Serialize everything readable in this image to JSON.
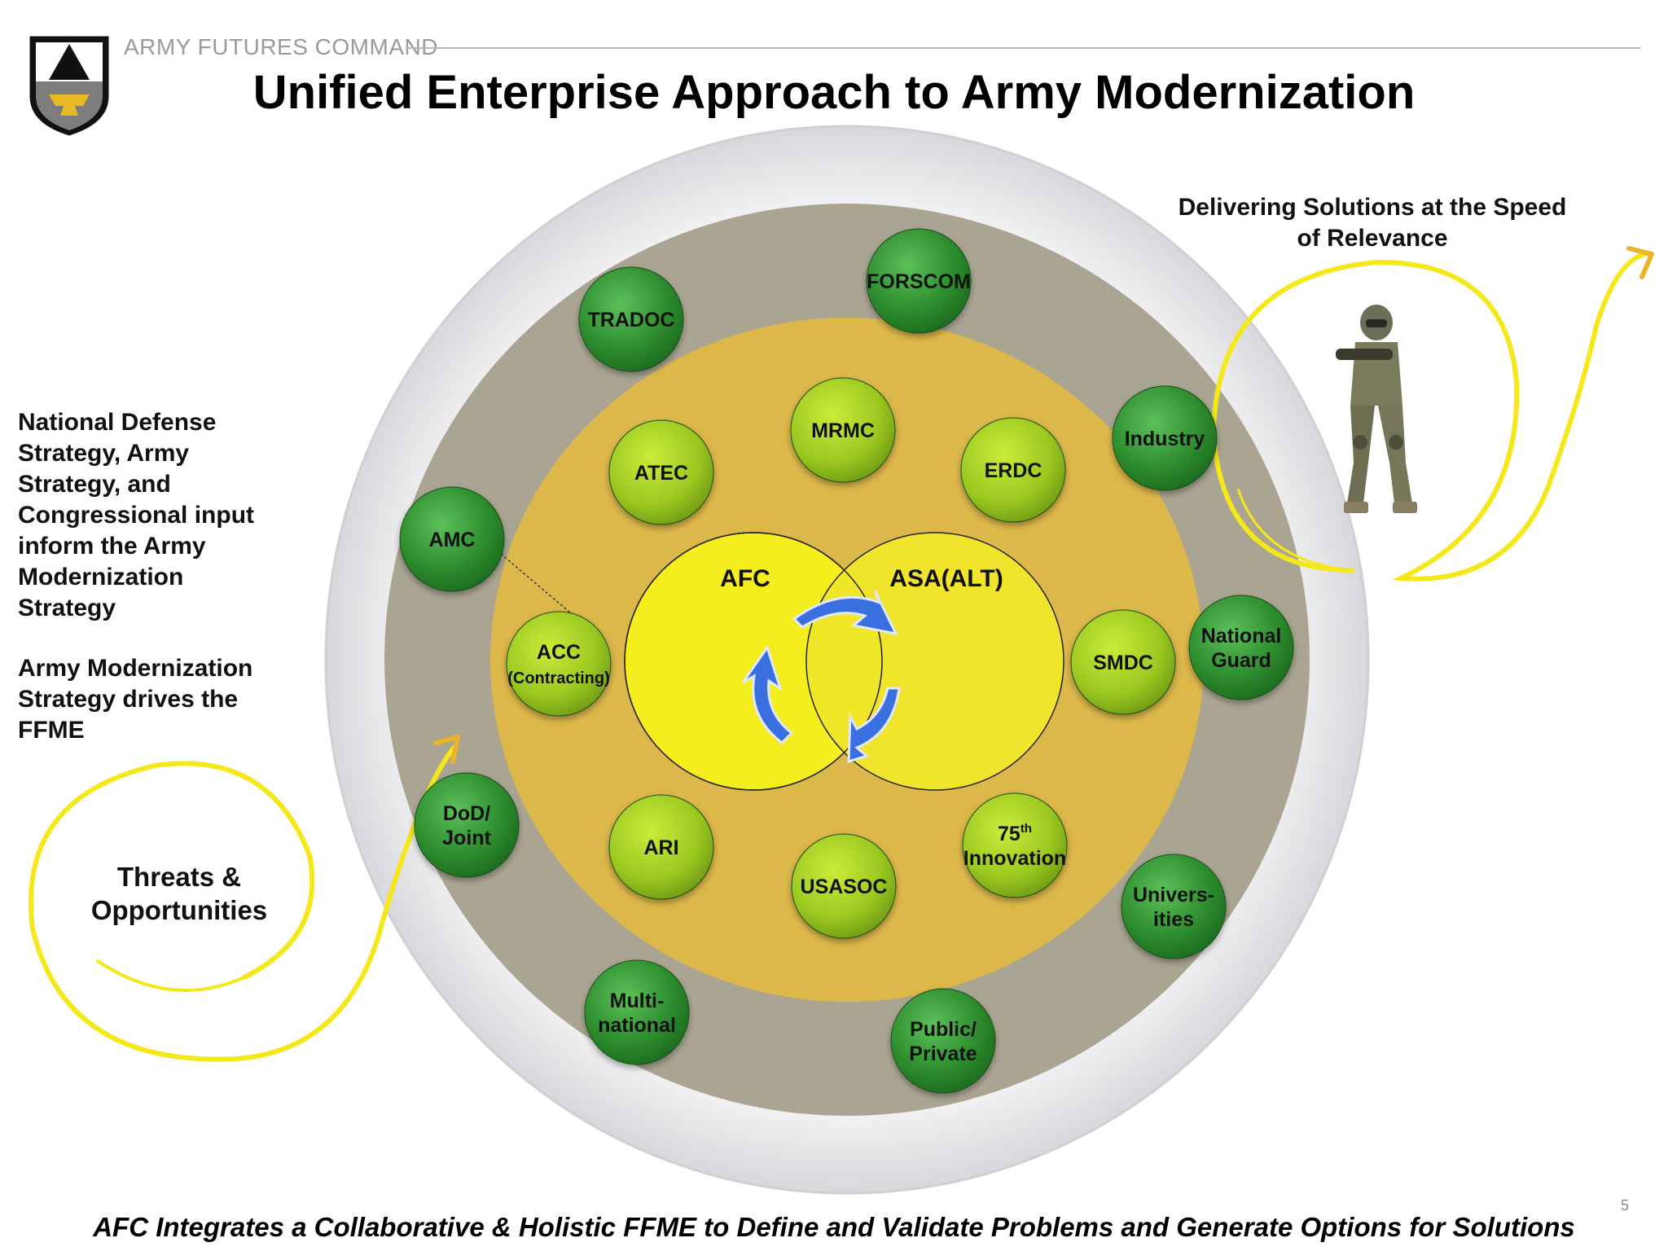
{
  "header": {
    "org": "ARMY FUTURES COMMAND",
    "title": "Unified Enterprise Approach to Army Modernization"
  },
  "left_text": {
    "paragraph1": "National Defense Strategy, Army Strategy, and Congressional input inform the Army Modernization Strategy",
    "paragraph2": "Army Modernization Strategy drives the FFME"
  },
  "right_text": "Delivering Solutions at the Speed of Relevance",
  "threats": [
    "Threats &",
    "Opportunities"
  ],
  "center": {
    "left_label": "AFC",
    "right_label": "ASA(ALT)"
  },
  "inner_nodes": [
    {
      "lines": [
        "MRMC"
      ]
    },
    {
      "lines": [
        "ATEC"
      ]
    },
    {
      "lines": [
        "ERDC"
      ]
    },
    {
      "lines": [
        "ACC",
        "(Contracting)"
      ]
    },
    {
      "lines": [
        "SMDC"
      ]
    },
    {
      "lines": [
        "ARI"
      ]
    },
    {
      "lines": [
        "USASOC"
      ]
    },
    {
      "lines": [
        "75th",
        "Innovation"
      ]
    }
  ],
  "outer_nodes": [
    {
      "lines": [
        "FORSCOM"
      ]
    },
    {
      "lines": [
        "TRADOC"
      ]
    },
    {
      "lines": [
        "Industry"
      ]
    },
    {
      "lines": [
        "AMC"
      ]
    },
    {
      "lines": [
        "National",
        "Guard"
      ]
    },
    {
      "lines": [
        "DoD/",
        "Joint"
      ]
    },
    {
      "lines": [
        "Univers-",
        "ities"
      ]
    },
    {
      "lines": [
        "Multi-",
        "national"
      ]
    },
    {
      "lines": [
        "Public/",
        "Private"
      ]
    }
  ],
  "footer": "AFC Integrates a Collaborative & Holistic FFME to Define and Validate Problems and Generate Options for Solutions",
  "page_number": "5",
  "colors": {
    "outer_ring": "#e8e8ea",
    "gray_ring": "#aaa593",
    "gold_ring": "#dcb84a",
    "center_yellow": "#f5ee1e",
    "outer_node_green": "#2f8f2f",
    "inner_node_green": "#9cc821",
    "arrow_blue": "#3a6fe0",
    "spiral_yellow": "#f4e81a"
  },
  "icons": {
    "logo": "army-futures-command-shield-icon",
    "soldier": "soldier-figure-icon",
    "cycle_arrows": "cycle-arrows-icon"
  }
}
